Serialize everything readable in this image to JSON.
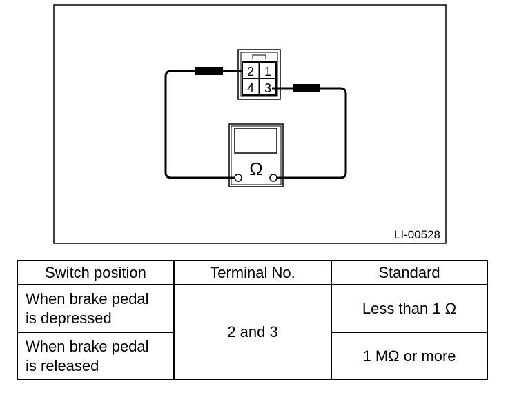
{
  "figure": {
    "code": "LI-00528",
    "connector_pins": [
      "2",
      "1",
      "4",
      "3"
    ],
    "meter_symbol": "Ω"
  },
  "table": {
    "headers": [
      "Switch position",
      "Terminal No.",
      "Standard"
    ],
    "rows": [
      {
        "position_line1": "When brake pedal",
        "position_line2": "is depressed",
        "standard": "Less than 1 Ω"
      },
      {
        "position_line1": "When brake pedal",
        "position_line2": "is released",
        "standard": "1 MΩ or more"
      }
    ],
    "terminal": "2 and 3"
  }
}
